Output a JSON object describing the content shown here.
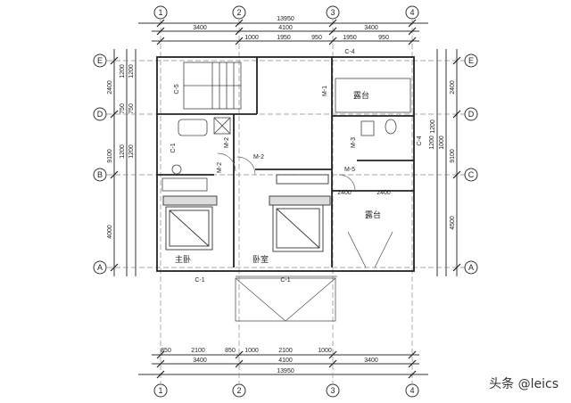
{
  "axes": {
    "numbered": [
      "1",
      "2",
      "3",
      "4"
    ],
    "lettered": [
      "E",
      "D",
      "C",
      "B",
      "A"
    ]
  },
  "top_dims": {
    "total": "13950",
    "row1": [
      "3400",
      "4100",
      "3400"
    ],
    "row2": [
      "1000",
      "1950",
      "950",
      "1950",
      "950"
    ],
    "window": "C-4"
  },
  "bottom_dims": {
    "row1": [
      "850",
      "2100",
      "850",
      "1000",
      "2100",
      "1000"
    ],
    "row2": [
      "3400",
      "4100",
      "3400"
    ],
    "total": "13950"
  },
  "left_dims": {
    "outer": [
      "2400",
      "9100",
      "4000"
    ],
    "inner": [
      "1200",
      "1200",
      "750",
      "1200",
      "1200",
      "750"
    ]
  },
  "right_dims": {
    "outer": [
      "2400",
      "9100",
      "4500"
    ],
    "inner": [
      "1200",
      "1000"
    ]
  },
  "windows": {
    "stair": "C-5",
    "bath": "C-1",
    "bottom_left": "C-1",
    "bottom_right": "C-1",
    "wc": "C-4"
  },
  "doors": {
    "m2a": "M-2",
    "m2b": "M-2",
    "m2c": "M-2",
    "m5": "M-5",
    "m3": "M-3",
    "m1": "M-1"
  },
  "rooms": {
    "master": "主卧",
    "bedroom": "卧室",
    "terrace": "露台",
    "upper": "露台"
  },
  "dims_misc": {
    "terrace_w": "2400",
    "terrace_h": "1200"
  },
  "watermark": "头条 @leics"
}
